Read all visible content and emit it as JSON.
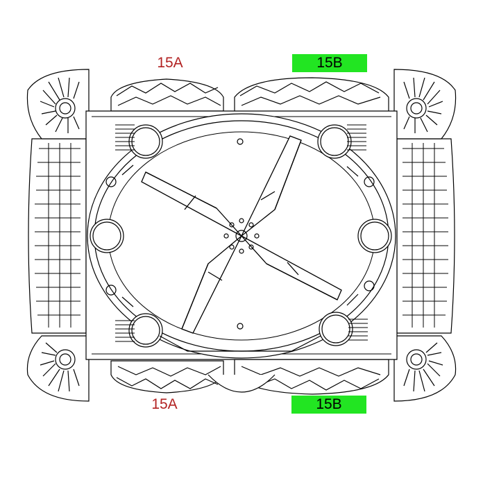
{
  "labels": {
    "top_left": "15A",
    "top_right": "15B",
    "bottom_left": "15A",
    "bottom_right": "15B"
  },
  "colors": {
    "label_a": "#b22222",
    "label_b_fill": "#22e522",
    "line": "#000000",
    "background": "#ffffff"
  }
}
